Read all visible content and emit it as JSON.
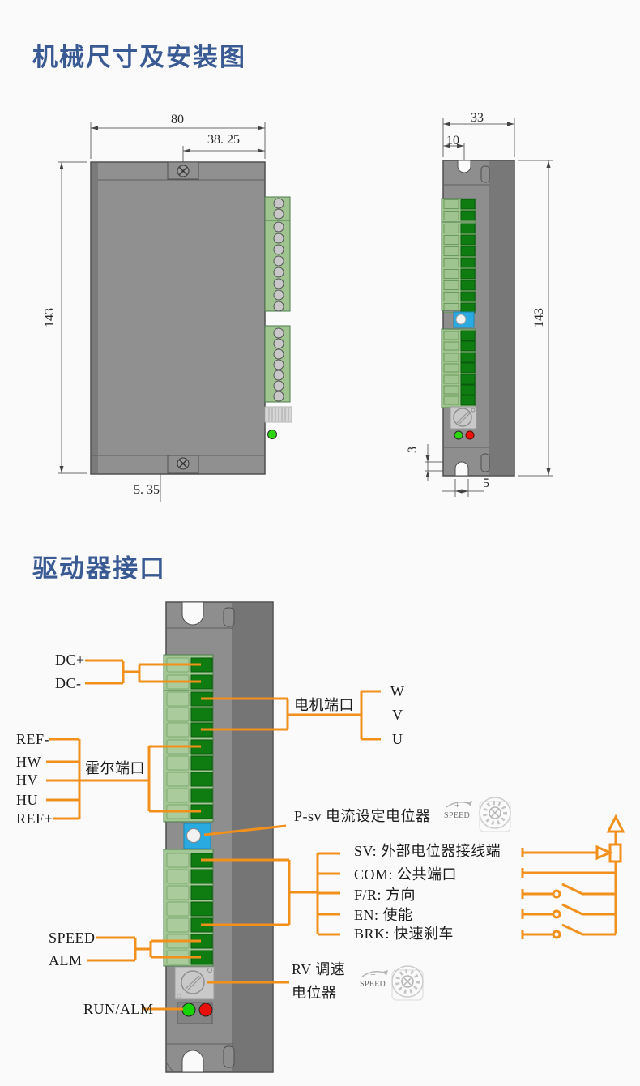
{
  "colors": {
    "heading_blue": "#3a5a94",
    "accent_orange": "#f2901c",
    "body_gray": "#8e8e8e",
    "panel_green": "#a2c795",
    "terminal_green": "#0e7c11",
    "pot_blue": "#29aae1",
    "led_green": "#1ed400",
    "led_red": "#e8100a"
  },
  "mechanical": {
    "title": "机械尺寸及安装图",
    "front_view": {
      "width": "80",
      "hole_offset": "38. 25",
      "height": "143",
      "bottom_hole_offset": "5. 35"
    },
    "side_view": {
      "width": "33",
      "slot_offset": "10",
      "height": "143",
      "slot_depth": "3",
      "slot_width": "5"
    }
  },
  "interface": {
    "title": "驱动器接口",
    "power": {
      "dc_plus": "DC+",
      "dc_minus": "DC-"
    },
    "motor": {
      "label": "电机端口",
      "w": "W",
      "v": "V",
      "u": "U"
    },
    "hall": {
      "label": "霍尔端口",
      "ref_minus": "REF-",
      "hw": "HW",
      "hv": "HV",
      "hu": "HU",
      "ref_plus": "REF+"
    },
    "psv": "P-sv 电流设定电位器",
    "control": {
      "sv": "SV: 外部电位器接线端",
      "com": "COM: 公共端口",
      "fr": "F/R: 方向",
      "en": "EN: 使能",
      "brk": "BRK: 快速刹车"
    },
    "outputs": {
      "speed": "SPEED",
      "alm": "ALM"
    },
    "rv": {
      "line1": "RV 调速",
      "line2": "电位器"
    },
    "run_alm": "RUN/ALM",
    "dial_icon": {
      "plus": "+",
      "speed": "SPEED"
    }
  }
}
